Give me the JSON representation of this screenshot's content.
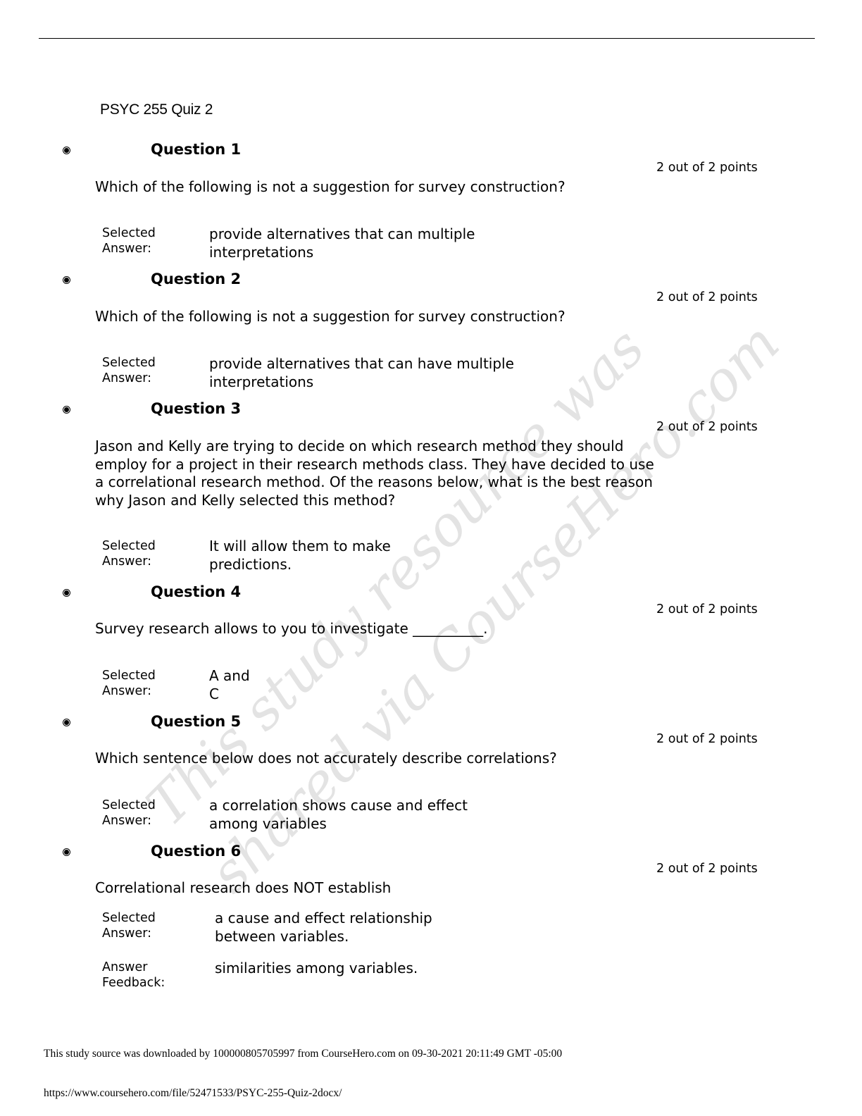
{
  "document": {
    "title": "PSYC 255 Quiz 2"
  },
  "labels": {
    "selected_answer_l1": "Selected",
    "selected_answer_l2": "Answer:",
    "answer_feedback_l1": "Answer",
    "answer_feedback_l2": "Feedback:"
  },
  "questions": [
    {
      "heading": "Question 1",
      "points": "2 out of 2 points",
      "text": "Which of the following is not a suggestion for survey construction?",
      "selected_answer_lines": [
        "provide alternatives that can multiple",
        "interpretations"
      ]
    },
    {
      "heading": "Question 2",
      "points": "2 out of 2 points",
      "text": "Which of the following is not a suggestion for survey construction?",
      "selected_answer_lines": [
        "provide alternatives that can have multiple",
        "interpretations"
      ]
    },
    {
      "heading": "Question 3",
      "points": "2 out of 2 points",
      "text_lines": [
        "Jason and Kelly are trying to decide on which research method they should",
        "employ for a project in their research methods class.  They have decided to use",
        "a correlational research method.  Of the reasons below, what is the best reason",
        "why Jason and Kelly selected this method?"
      ],
      "selected_answer_lines": [
        "It will allow them to make",
        "predictions."
      ]
    },
    {
      "heading": "Question 4",
      "points": "2 out of 2 points",
      "text": "Survey research allows to you to investigate __________.",
      "selected_answer_lines": [
        "A and",
        "C"
      ]
    },
    {
      "heading": "Question 5",
      "points": "2 out of 2 points",
      "text": "Which sentence below does not accurately describe correlations?",
      "selected_answer_lines": [
        "a correlation shows cause and effect",
        "among variables"
      ]
    },
    {
      "heading": "Question 6",
      "points": "2 out of 2 points",
      "text": "Correlational research does NOT establish",
      "selected_answer_lines": [
        "a cause and effect relationship",
        "between variables."
      ],
      "answer_feedback": "similarities among variables."
    }
  ],
  "watermark": {
    "line1": "This study resource was",
    "line2": "shared via CourseHero.com"
  },
  "footer": {
    "download_note": "This study source was downloaded by 100000805705997 from CourseHero.com on 09-30-2021 20:11:49 GMT -05:00",
    "url": "https://www.coursehero.com/file/52471533/PSYC-255-Quiz-2docx/"
  }
}
